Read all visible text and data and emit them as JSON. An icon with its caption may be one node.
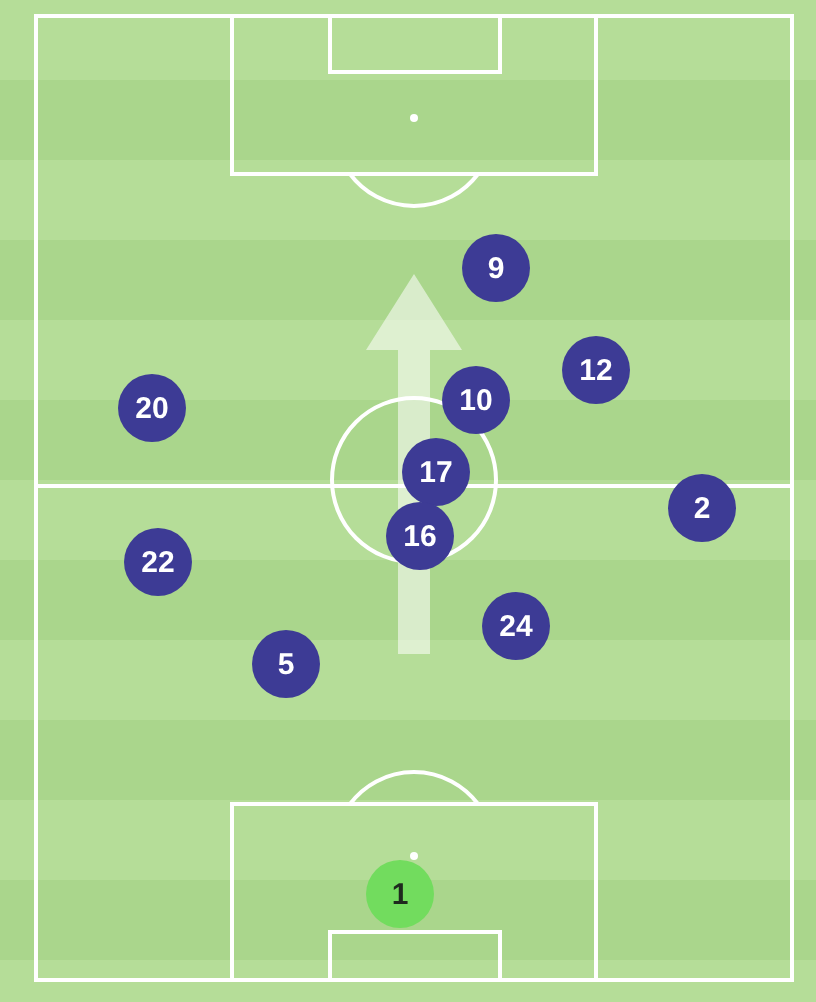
{
  "diagram": {
    "nodes": [
      {
        "text": [
          "9"
        ]
      },
      {
        "text": [
          "12"
        ]
      },
      {
        "text": [
          "20"
        ]
      },
      {
        "text": [
          "10"
        ]
      },
      {
        "text": [
          "17"
        ]
      },
      {
        "text": [
          "2"
        ]
      },
      {
        "text": [
          "22"
        ]
      },
      {
        "text": [
          "16"
        ]
      },
      {
        "text": [
          "24"
        ]
      },
      {
        "text": [
          "5"
        ]
      },
      {
        "text": [
          "1"
        ]
      }
    ]
  }
}
